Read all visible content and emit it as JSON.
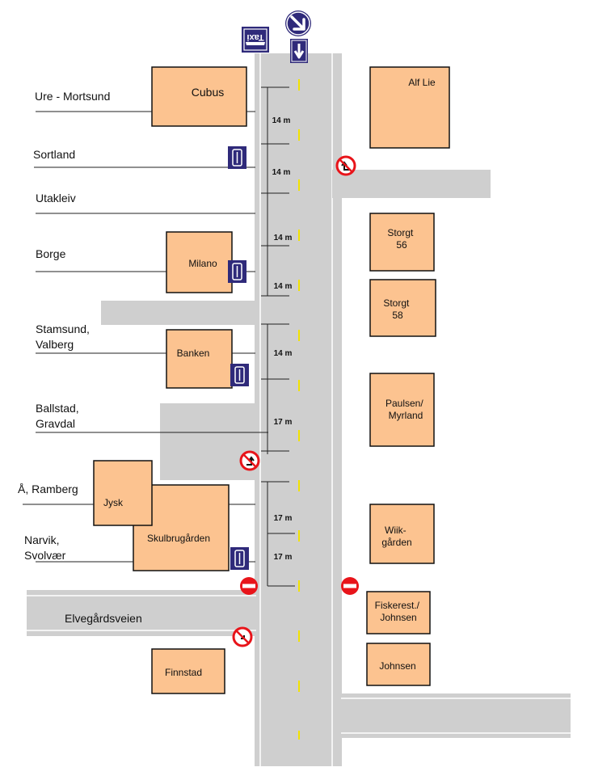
{
  "colors": {
    "road": "#cfcfcf",
    "road_edge": "#ffffff",
    "center_dash": "#f2e200",
    "building": "#fcc390",
    "building_border": "#111111",
    "sign_blue": "#2f2a7a",
    "sign_red": "#e8141a"
  },
  "bus_stops": [
    {
      "lines": [
        "Ure - Mortsund"
      ]
    },
    {
      "lines": [
        "Sortland"
      ]
    },
    {
      "lines": [
        "Utakleiv"
      ]
    },
    {
      "lines": [
        "Borge"
      ]
    },
    {
      "lines": [
        "Stamsund,",
        "Valberg"
      ]
    },
    {
      "lines": [
        "Ballstad,",
        "Gravdal"
      ]
    },
    {
      "lines": [
        "Å, Ramberg"
      ]
    },
    {
      "lines": [
        "Narvik,",
        "Svolvær"
      ]
    }
  ],
  "buildings": [
    {
      "lines": [
        "Cubus"
      ]
    },
    {
      "lines": [
        "Milano"
      ]
    },
    {
      "lines": [
        "Banken"
      ]
    },
    {
      "lines": [
        "Jysk"
      ]
    },
    {
      "lines": [
        "Skulbrugården"
      ]
    },
    {
      "lines": [
        "Finnstad"
      ]
    },
    {
      "lines": [
        "Alf Lie"
      ]
    },
    {
      "lines": [
        "Storgt",
        "56"
      ]
    },
    {
      "lines": [
        "Storgt",
        "58"
      ]
    },
    {
      "lines": [
        "Paulsen/",
        "Myrland"
      ]
    },
    {
      "lines": [
        "Wiik-",
        "gården"
      ]
    },
    {
      "lines": [
        "Fiskerest./",
        "Johnsen"
      ]
    },
    {
      "lines": [
        "Johnsen"
      ]
    }
  ],
  "distances": [
    "14 m",
    "14 m",
    "14 m",
    "14 m",
    "14 m",
    "17 m",
    "17 m",
    "17 m"
  ],
  "streets": {
    "elvegardsveien": "Elvegårdsveien"
  },
  "signs": {
    "taxi": "Taxi",
    "mandatory_direction": "mandatory-direction-icon",
    "one_way_arrow": "one-way-arrow-icon",
    "bus_stop": "bus-stop-sign-icon",
    "no_left_turn": "no-left-turn-icon",
    "no_entry": "no-entry-icon"
  }
}
